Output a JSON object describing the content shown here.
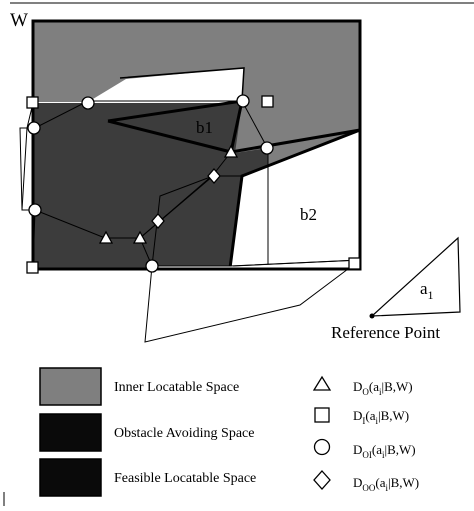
{
  "diagram": {
    "workspace_label": "W",
    "obstacle_labels": [
      "b1",
      "b2"
    ],
    "object_label": "a",
    "object_label_sub": "1",
    "reference_point_label": "Reference Point"
  },
  "legend": {
    "items": [
      {
        "label": "Inner Locatable Space",
        "color": "#7f7f7f"
      },
      {
        "label": "Obstacle Avoiding Space",
        "color": "#0a0a0a"
      },
      {
        "label": "Feasible Locatable Space",
        "color": "#0a0a0a"
      }
    ]
  },
  "symbols": {
    "items": [
      {
        "shape": "triangle",
        "main": "D",
        "sub": "O",
        "args": "(a",
        "args_sub": "i",
        "rest": "|B,W)"
      },
      {
        "shape": "square",
        "main": "D",
        "sub": "I",
        "args": "(a",
        "args_sub": "i",
        "rest": "|B,W)"
      },
      {
        "shape": "circle",
        "main": "D",
        "sub": "OI",
        "args": "(a",
        "args_sub": "i",
        "rest": "|B,W)"
      },
      {
        "shape": "diamond",
        "main": "D",
        "sub": "OO",
        "args": "(a",
        "args_sub": "i",
        "rest": "|B,W)"
      }
    ]
  },
  "colors": {
    "inner_space": "#7f7f7f",
    "feasible_space": "#3c3c3c",
    "outline": "#000000",
    "background": "#ffffff"
  }
}
